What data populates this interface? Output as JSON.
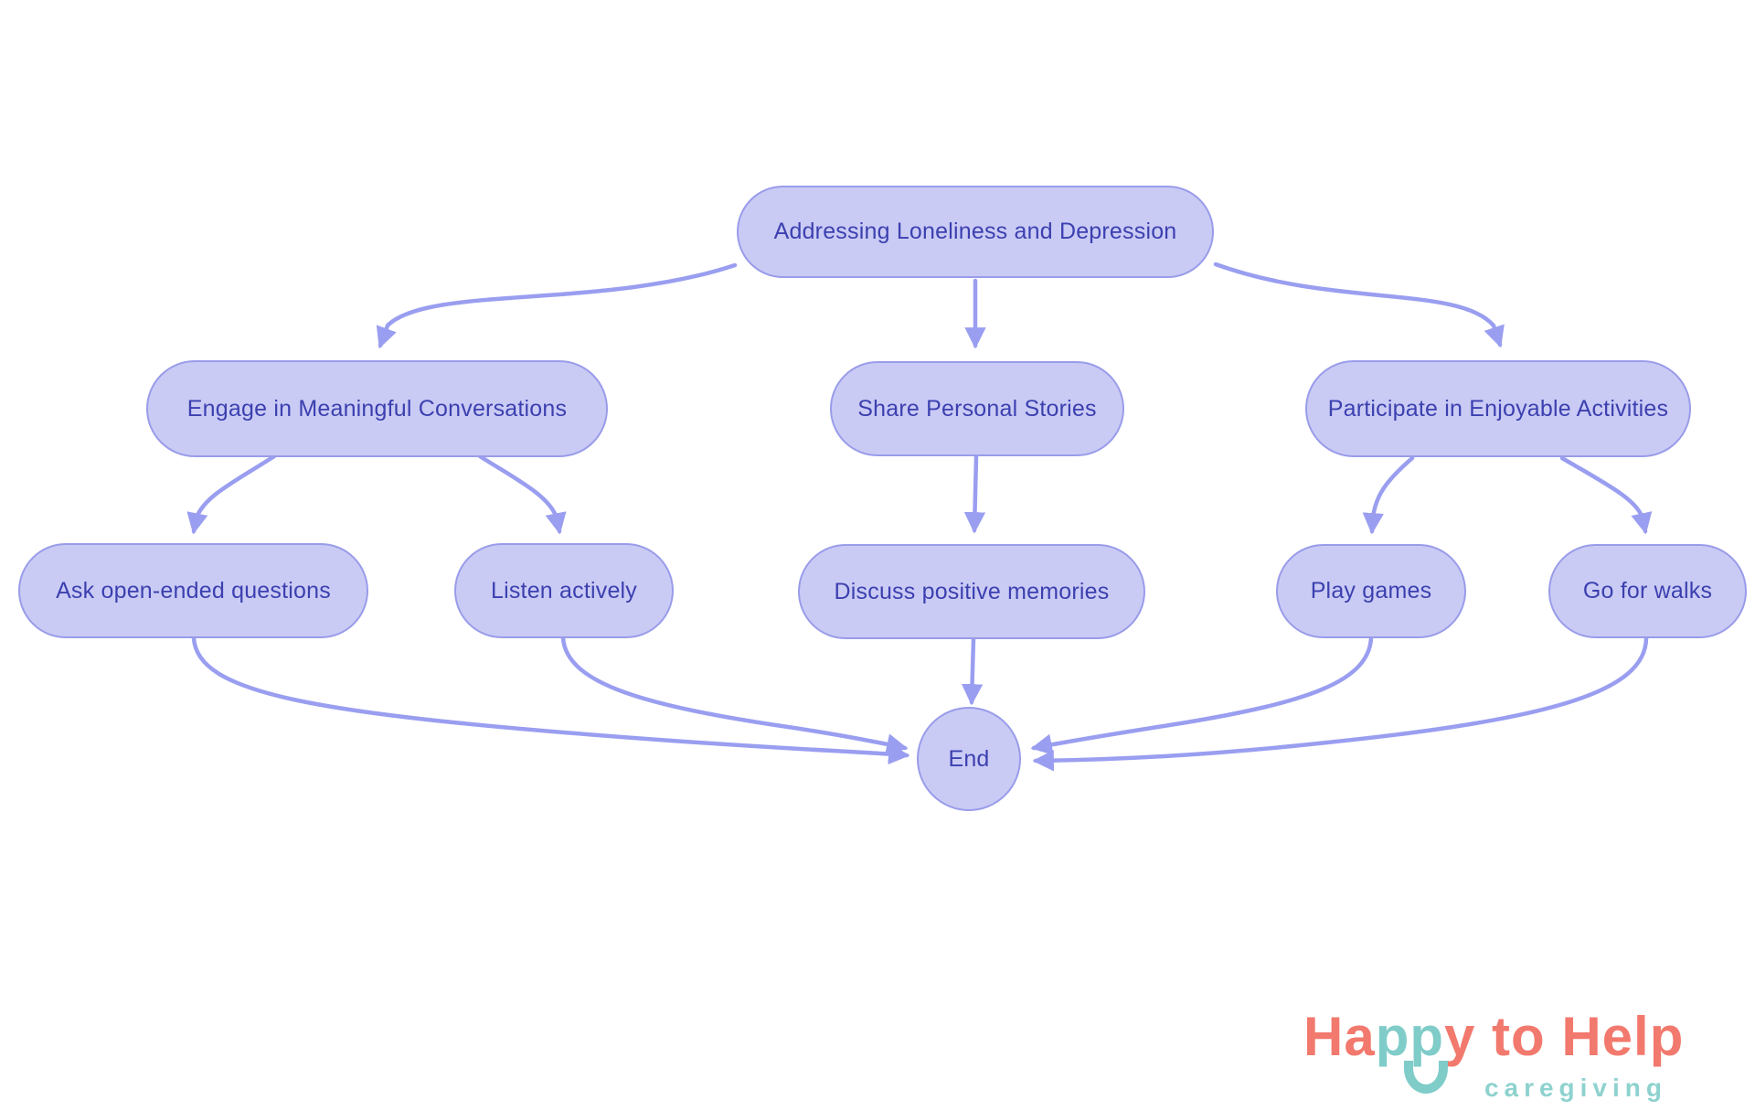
{
  "flowchart": {
    "nodes": {
      "start": {
        "label": "Addressing Loneliness and Depression"
      },
      "engage": {
        "label": "Engage in Meaningful Conversations"
      },
      "share": {
        "label": "Share Personal Stories"
      },
      "participate": {
        "label": "Participate in Enjoyable Activities"
      },
      "ask": {
        "label": "Ask open-ended questions"
      },
      "listen": {
        "label": "Listen actively"
      },
      "discuss": {
        "label": "Discuss positive memories"
      },
      "play": {
        "label": "Play games"
      },
      "walks": {
        "label": "Go for walks"
      },
      "end": {
        "label": "End"
      }
    },
    "edges": [
      {
        "from": "start",
        "to": "engage"
      },
      {
        "from": "start",
        "to": "share"
      },
      {
        "from": "start",
        "to": "participate"
      },
      {
        "from": "engage",
        "to": "ask"
      },
      {
        "from": "engage",
        "to": "listen"
      },
      {
        "from": "share",
        "to": "discuss"
      },
      {
        "from": "participate",
        "to": "play"
      },
      {
        "from": "participate",
        "to": "walks"
      },
      {
        "from": "ask",
        "to": "end"
      },
      {
        "from": "listen",
        "to": "end"
      },
      {
        "from": "discuss",
        "to": "end"
      },
      {
        "from": "play",
        "to": "end"
      },
      {
        "from": "walks",
        "to": "end"
      }
    ],
    "colors": {
      "node_fill": "#cacbf5",
      "node_border": "#999ce9",
      "node_text": "#3c40af",
      "arrow": "#9a9ef0",
      "background": "#ffffff"
    }
  },
  "logo": {
    "part1": "Ha",
    "part2": "pp",
    "part3": "y to Help",
    "tagline": "caregiving",
    "colors": {
      "coral": "#f2796d",
      "teal": "#7fccc9",
      "tagline_teal": "#8ed2cf"
    }
  }
}
